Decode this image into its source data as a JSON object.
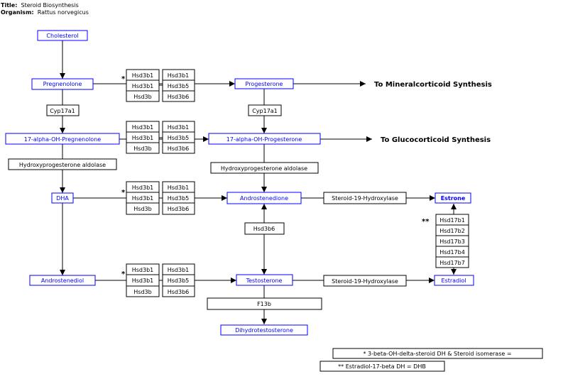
{
  "header": {
    "title_label": "Title:",
    "title": "Steroid Biosynthesis",
    "organism_label": "Organism:",
    "organism": "Rattus norvegicus"
  },
  "metabolites": {
    "cholesterol": "Cholesterol",
    "pregnenolone": "Pregnenolone",
    "progesterone": "Progesterone",
    "oh_pregnenolone": "17-alpha-OH-Pregnenolone",
    "oh_progesterone": "17-alpha-OH-Progesterone",
    "dha": "DHA",
    "androstenedione": "Androstenedione",
    "estrone": "Estrone",
    "androstenediol": "Androstenediol",
    "testosterone": "Testosterone",
    "estradiol": "Estradiol",
    "dihydrotestosterone": "Dihydrotestosterone"
  },
  "genes": {
    "hsd3b1": "Hsd3b1",
    "hsd3b5": "Hsd3b5",
    "hsd3b": "Hsd3b",
    "hsd3b6": "Hsd3b6",
    "cyp17a1": "Cyp17a1",
    "hydroxyprogesterone_aldolase": "Hydroxyprogesterone aldolase",
    "steroid_19_hydroxylase": "Steroid-19-Hydroxylase",
    "f13b": "F13b",
    "hsd17b1": "Hsd17b1",
    "hsd17b2": "Hsd17b2",
    "hsd17b3": "Hsd17b3",
    "hsd17b4": "Hsd17b4",
    "hsd17b7": "Hsd17b7"
  },
  "labels": {
    "to_mineralcorticoid": "To Mineralcorticoid Synthesis",
    "to_glucocorticoid": "To Glucocorticoid Synthesis",
    "star": "*",
    "double_star": "**"
  },
  "legend": {
    "note1": "* 3-beta-OH-delta-steroid DH & Steroid isomerase =",
    "note2": "** Estradiol-17-beta DH = DHB"
  }
}
